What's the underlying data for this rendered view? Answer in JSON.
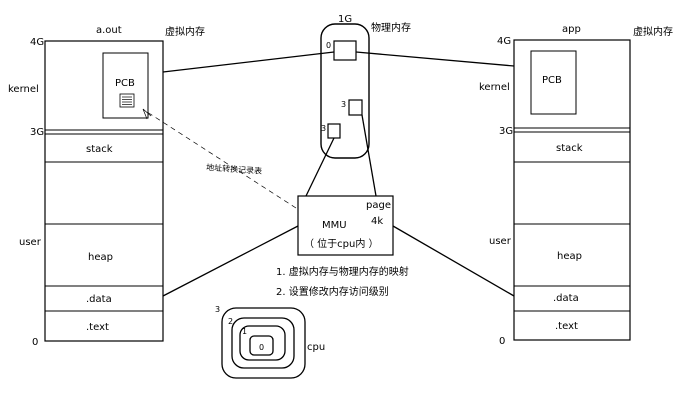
{
  "left_space": {
    "title": "a.out",
    "virtual_label": "虚拟内存",
    "side_labels": {
      "g4": "4G",
      "kernel": "kernel",
      "g3": "3G",
      "user": "user",
      "zero": "0"
    },
    "pcb_label": "PCB",
    "segments": {
      "stack": "stack",
      "heap": "heap",
      "data": ".data",
      "text": ".text"
    }
  },
  "right_space": {
    "title": "app",
    "virtual_label": "虚拟内存",
    "side_labels": {
      "g4": "4G",
      "kernel": "kernel",
      "g3": "3G",
      "user": "user",
      "zero": "0"
    },
    "pcb_label": "PCB",
    "segments": {
      "stack": "stack",
      "heap": "heap",
      "data": ".data",
      "text": ".text"
    }
  },
  "physical": {
    "size_label": "1G",
    "title": "物理内存",
    "markers": {
      "zero": "0",
      "three_a": "3",
      "three_b": "3"
    }
  },
  "mmu": {
    "page_label": "page",
    "size_label": "4k",
    "name": "MMU",
    "location": "（ 位于cpu内 ）"
  },
  "table_label": "地址转换记录表",
  "notes": [
    "1. 虚拟内存与物理内存的映射",
    "2. 设置修改内存访问级别"
  ],
  "cpu": {
    "label": "cpu",
    "rings": {
      "r3": "3",
      "r2": "2",
      "r1": "1",
      "r0": "0"
    }
  }
}
